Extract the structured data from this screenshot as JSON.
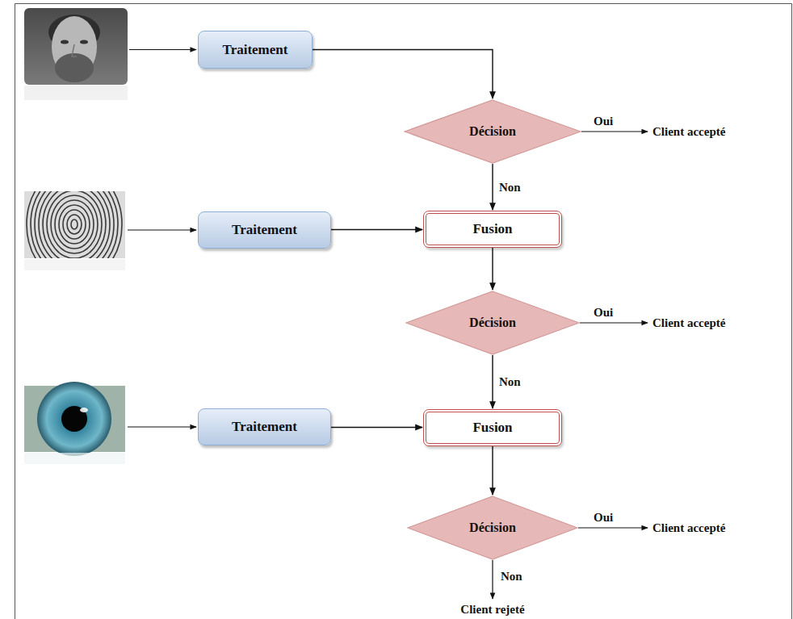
{
  "diagram": {
    "nodes": [
      {
        "text": [
          "Traitement"
        ]
      },
      {
        "text": [
          "Décision"
        ]
      },
      {
        "text": [
          "Traitement"
        ]
      },
      {
        "text": [
          "Fusion"
        ]
      },
      {
        "text": [
          "Décision"
        ]
      },
      {
        "text": [
          "Traitement"
        ]
      },
      {
        "text": [
          "Fusion"
        ]
      },
      {
        "text": [
          "Décision"
        ]
      }
    ],
    "edges": [
      {
        "from": 0,
        "to": 1,
        "arrow": "to"
      },
      {
        "from": 1,
        "to": 3,
        "label": "Non",
        "arrow": "to"
      },
      {
        "from": 2,
        "to": 3,
        "arrow": "to"
      },
      {
        "from": 3,
        "to": 4,
        "arrow": "to"
      },
      {
        "from": 4,
        "to": 6,
        "label": "Non",
        "arrow": "to"
      },
      {
        "from": 5,
        "to": 6,
        "arrow": "to"
      },
      {
        "from": 6,
        "to": 7,
        "arrow": "to"
      }
    ],
    "labels": [
      "Oui",
      "Client accepté",
      "Oui",
      "Client accepté",
      "Oui",
      "Client accepté",
      "Non",
      "Client rejeté"
    ]
  }
}
